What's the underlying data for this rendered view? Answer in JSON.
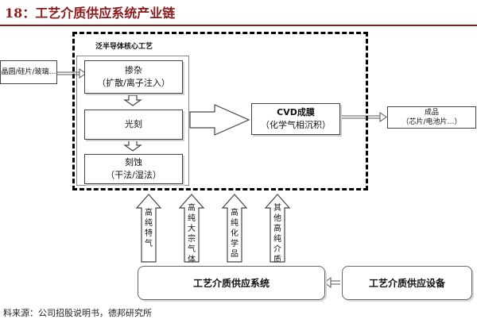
{
  "title": "18：工艺介质供应系统产业链",
  "core_frame_label": "泛半导体核心工艺",
  "input_source": "晶圆/硅片/玻璃…",
  "steps": [
    {
      "name": "掺杂",
      "detail": "（扩散/离子注入）"
    },
    {
      "name": "光刻",
      "detail": ""
    },
    {
      "name": "刻蚀",
      "detail": "（干法/湿法）"
    }
  ],
  "cvd": {
    "name": "CVD成膜",
    "detail": "（化学气相沉积）"
  },
  "product": {
    "name": "成品",
    "detail": "（芯片/电池片…）"
  },
  "media": [
    "高纯特气",
    "高纯大宗气体",
    "高纯化学品",
    "其他高纯介质"
  ],
  "supply_system": "工艺介质供应系统",
  "supply_equipment": "工艺介质供应设备",
  "source": "料来源：公司招股说明书，德邦研究所"
}
